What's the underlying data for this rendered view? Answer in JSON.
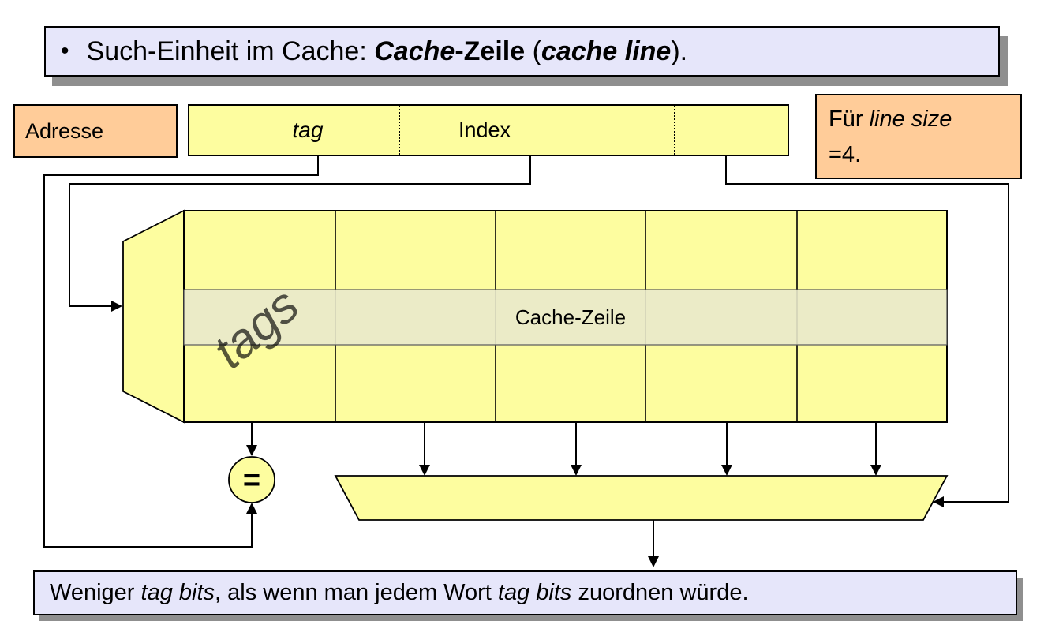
{
  "colors": {
    "lavender": "#e6e6fa",
    "orange": "#ffcc99",
    "yellow": "#fdfd9f",
    "row_highlight": "#e9e9cb",
    "shadow": "#8f8f8f",
    "line": "#000000"
  },
  "title": {
    "bullet": "•",
    "runs": [
      "Such-Einheit im Cache: ",
      "Cache",
      "-Zeile",
      " (",
      "cache line",
      ")."
    ]
  },
  "address": {
    "label": "Adresse"
  },
  "address_field": {
    "tag": "tag",
    "index": "Index"
  },
  "line_size_note": {
    "runs": [
      "Für ",
      "line size",
      "=4."
    ]
  },
  "cache_table": {
    "tags_label": "tags",
    "row_label": "Cache-Zeile",
    "comparator": "="
  },
  "bottom_note": {
    "runs": [
      "Weniger ",
      "tag bits",
      ", als wenn man jedem Wort ",
      "tag bits",
      " zuordnen würde."
    ]
  }
}
